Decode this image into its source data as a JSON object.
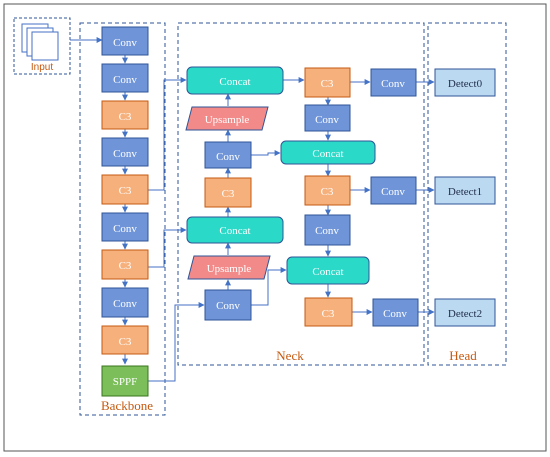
{
  "input": {
    "label": "Input"
  },
  "sections": {
    "backbone": "Backbone",
    "neck": "Neck",
    "head": "Head"
  },
  "backbone": [
    "Conv",
    "Conv",
    "C3",
    "Conv",
    "C3",
    "Conv",
    "C3",
    "Conv",
    "C3",
    "SPPF"
  ],
  "neck": {
    "concat_top": "Concat",
    "c3_top": "C3",
    "conv_top": "Conv",
    "upsample_top": "Upsample",
    "conv_mid": "Conv",
    "c3_mid": "C3",
    "concat_mid": "Concat",
    "upsample_bottom": "Upsample",
    "conv_bottom": "Conv",
    "conv_a": "Conv",
    "concat_b": "Concat",
    "c3_b": "C3",
    "conv_c": "Conv",
    "concat_c": "Concat",
    "c3_c": "C3"
  },
  "head_convs": [
    "Conv",
    "Conv",
    "Conv"
  ],
  "head": [
    "Detect0",
    "Detect1",
    "Detect2"
  ],
  "colors": {
    "conv": "#6f95d8",
    "c3": "#f5b07c",
    "concat": "#2ad9c7",
    "upsample": "#f28a8a",
    "sppf": "#7cbf5a",
    "detect": "#bcd9f2",
    "dashed": "#2f5597",
    "label": "#c55a11",
    "arrow": "#4472c4"
  }
}
